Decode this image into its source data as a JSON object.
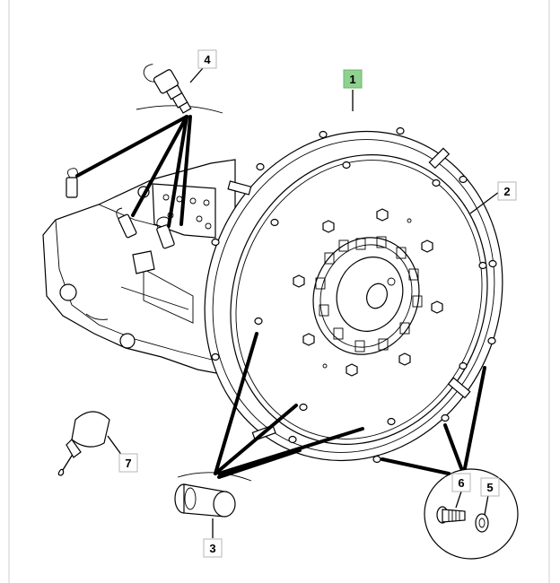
{
  "callouts": [
    {
      "id": "1",
      "label": "1",
      "highlighted": true
    },
    {
      "id": "2",
      "label": "2",
      "highlighted": false
    },
    {
      "id": "3",
      "label": "3",
      "highlighted": false
    },
    {
      "id": "4",
      "label": "4",
      "highlighted": false
    },
    {
      "id": "5",
      "label": "5",
      "highlighted": false
    },
    {
      "id": "6",
      "label": "6",
      "highlighted": false
    },
    {
      "id": "7",
      "label": "7",
      "highlighted": false
    }
  ],
  "colors": {
    "highlight": "#8fd18f",
    "line": "#000000",
    "frame": "#cfcfcf"
  }
}
